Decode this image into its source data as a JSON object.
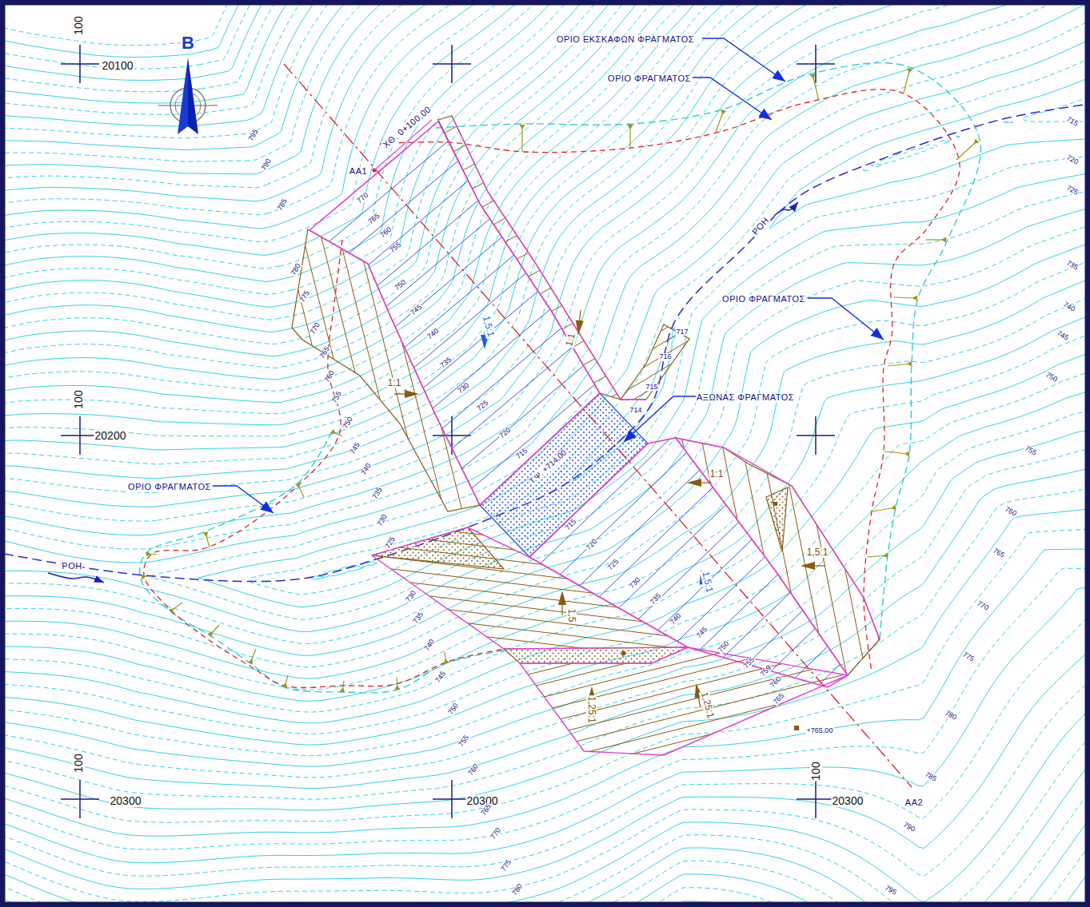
{
  "diagram": {
    "labels": [
      "Β",
      "ΟΡΙΟ ΕΚΣΚΑΦΩΝ ΦΡΑΓΜΑΤΟΣ",
      "ΟΡΙΟ ΦΡΑΓΜΑΤΟΣ",
      "ΟΡΙΟ ΦΡΑΓΜΑΤΟΣ",
      "ΟΡΙΟ ΦΡΑΓΜΑΤΟΣ",
      "ΑΞΩΝΑΣ ΦΡΑΓΜΑΤΟΣ",
      "ΡΟΗ",
      "ΡΟΗ",
      "ΑΑ1",
      "ΧΘ. 0+100,00",
      "ΑΑ2",
      "100",
      "20100",
      "100",
      "20200",
      "100",
      "20300",
      "20300",
      "100",
      "20300",
      "Τ.Ψ. +714,00",
      "+765,00",
      "1,5:1",
      "1:1",
      "1:1",
      "1:1",
      "1,5:1",
      "1,5",
      "1,5:1",
      "1,25:1",
      "1,25:1",
      "717",
      "716",
      "715",
      "714",
      "770",
      "765",
      "760",
      "755",
      "750",
      "745",
      "740",
      "735",
      "730",
      "725",
      "720",
      "715",
      "715",
      "720",
      "725",
      "730",
      "735",
      "740",
      "745",
      "750",
      "755",
      "759",
      "760",
      "765",
      "795",
      "790",
      "785",
      "780",
      "775",
      "770",
      "765",
      "760",
      "755",
      "750",
      "745",
      "740",
      "735",
      "730",
      "725",
      "730",
      "735",
      "740",
      "745",
      "750",
      "755",
      "760",
      "765",
      "770",
      "775",
      "780",
      "715",
      "720",
      "725",
      "735",
      "740",
      "745",
      "750",
      "755",
      "760",
      "765",
      "770",
      "775",
      "780",
      "785",
      "790",
      "795"
    ]
  }
}
